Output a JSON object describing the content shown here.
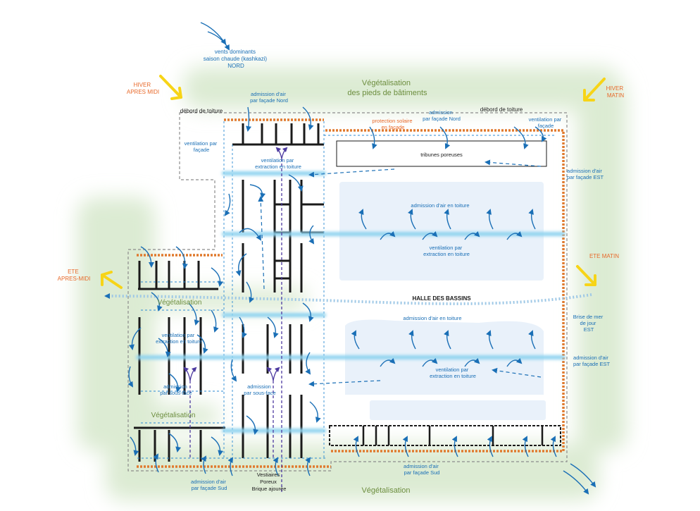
{
  "colors": {
    "label_blue": "#1a6fb6",
    "label_dark": "#1a1a1a",
    "wind_orange": "#e8692a",
    "green": "#6d8e3f",
    "vegetation": "#d9ead0",
    "flow_light": "#8fd3ef",
    "sun_yellow": "#f7d417",
    "wall": "#1a1a1a",
    "orange_dash": "#e07a2e",
    "pool": "#e9f1fa",
    "purple": "#4d3aa0"
  },
  "labels": {
    "wind_north": [
      "vents dominants",
      "saison chaude (kashkazi)",
      "NORD"
    ],
    "hiver_apres_midi": [
      "HIVER",
      "APRES MIDI"
    ],
    "hiver_matin": [
      "HIVER",
      "MATIN"
    ],
    "ete_apres_midi": [
      "ETE",
      "APRES-MIDI"
    ],
    "ete_matin": [
      "ETE MATIN"
    ],
    "vegetation_top": [
      "Végétalisation",
      "des pieds de bâtiments"
    ],
    "vegetation_mid": "Végétalisation",
    "vegetation_low": "Végétalisation",
    "vegetation_bottom": "Végétalisation",
    "debord_left": "débord de toiture",
    "debord_right": "débord de toiture",
    "admission_nord_left": [
      "admission d'air",
      "par façade Nord"
    ],
    "admission_nord_right": [
      "admission",
      "par façade Nord"
    ],
    "protection_solaire": [
      "protection solaire",
      "en façade"
    ],
    "ventilation_facade_left": [
      "ventilation par",
      "façade"
    ],
    "ventilation_facade_right": [
      "ventilation par",
      "façade"
    ],
    "ventilation_extraction_top": [
      "ventilation par",
      "extraction en toiture"
    ],
    "tribunes": "tribunes poreuses",
    "admission_est_top": [
      "admission d'air",
      "par façade EST"
    ],
    "admission_toiture_top": "admission d'air en toiture",
    "ventilation_extraction_mid": [
      "ventilation par",
      "extraction en toiture"
    ],
    "halle": "HALLE DES BASSINS",
    "brise_mer": [
      "Brise de mer",
      "de jour",
      "EST"
    ],
    "admission_toiture_low": "admission d'air en toiture",
    "ventilation_extraction_left": [
      "ventilation par",
      "extraction en toiture"
    ],
    "admission_est_low": [
      "admission d'air",
      "par façade EST"
    ],
    "ventilation_extraction_low": [
      "ventilation par",
      "extraction en toiture"
    ],
    "admission_sous_face_left": [
      "admission",
      "par sous-face"
    ],
    "admission_sous_face_mid": [
      "admission",
      "par sous-face"
    ],
    "admission_sud_left": [
      "admission d'air",
      "par façade Sud"
    ],
    "admission_sud_right": [
      "admission d'air",
      "par façade Sud"
    ],
    "vestiaires": [
      "Vestiaires",
      "Poreux",
      "Brique ajourée"
    ]
  }
}
